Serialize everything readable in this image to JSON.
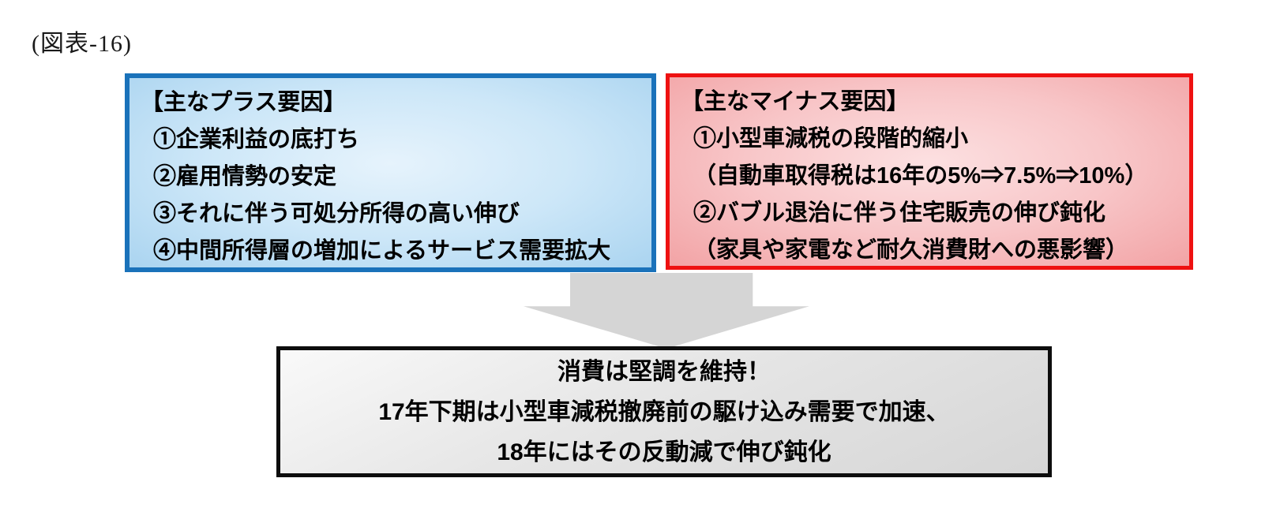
{
  "figure_label": "(図表-16)",
  "plus_box": {
    "title": "【主なプラス要因】",
    "items": [
      "①企業利益の底打ち",
      "②雇用情勢の安定",
      "③それに伴う可処分所得の高い伸び",
      "④中間所得層の増加によるサービス需要拡大"
    ]
  },
  "minus_box": {
    "title": "【主なマイナス要因】",
    "items": [
      "①小型車減税の段階的縮小",
      "（自動車取得税は16年の5%⇒7.5%⇒10%）",
      "②バブル退治に伴う住宅販売の伸び鈍化",
      "（家具や家電など耐久消費財への悪影響）"
    ]
  },
  "conclusion_box": {
    "lines": [
      "消費は堅調を維持！",
      "17年下期は小型車減税撤廃前の駆け込み需要で加速、",
      "18年にはその反動減で伸び鈍化"
    ]
  },
  "icons": {
    "down_arrow": "down-arrow"
  },
  "colors": {
    "plus_border": "#1a72ba",
    "plus_fill_center": "#e6f3fc",
    "plus_fill_edge": "#aad4f0",
    "minus_border": "#ee1111",
    "minus_fill_center": "#fce0e1",
    "minus_fill_edge": "#f2a3a5",
    "arrow_gray": "#d5d5d5",
    "conclusion_border": "#0d0d0d",
    "conclusion_fill_light": "#f9f9f9",
    "conclusion_fill_dark": "#d6d6d6",
    "text": "#000000"
  }
}
